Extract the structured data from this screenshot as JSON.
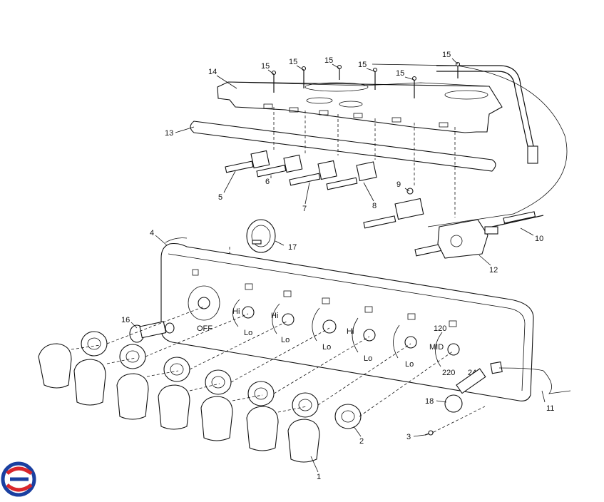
{
  "diagram": {
    "callouts": [
      "1",
      "2",
      "3",
      "4",
      "5",
      "6",
      "7",
      "8",
      "9",
      "10",
      "11",
      "12",
      "13",
      "14",
      "15",
      "16",
      "17",
      "18"
    ],
    "dial_marks": {
      "lo": "Lo",
      "hi": "Hi",
      "t120": "120",
      "mid": "MID",
      "t220": "220",
      "t240": "240",
      "off": "OFF"
    }
  },
  "logo": {
    "name": "brand-logo-icon",
    "colors": [
      "#1a3fa0",
      "#d9262c"
    ]
  }
}
